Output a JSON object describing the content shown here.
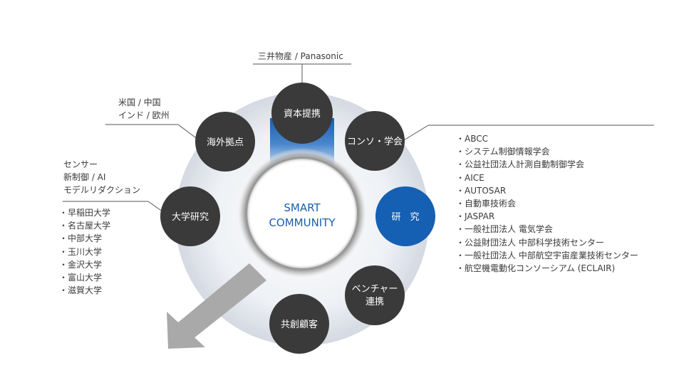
{
  "center": {
    "line1": "SMART",
    "line2": "COMMUNITY"
  },
  "nodes": {
    "shihon": "資本提携",
    "kaigai": "海外拠点",
    "konso": "コンソ・学会",
    "daigaku": "大学研究",
    "kenkyu": "研　究",
    "venture_line1": "ベンチャー",
    "venture_line2": "連携",
    "kyoso": "共創顧客"
  },
  "annotations": {
    "shihon_label": "三井物産 / Panasonic",
    "kaigai_line1": "米国 / 中国",
    "kaigai_line2": "インド / 欧州",
    "daigaku_research_line1": "センサー",
    "daigaku_research_line2": "新制御 / AI",
    "daigaku_research_line3": "モデルリダクション",
    "universities": [
      "早稲田大学",
      "名古屋大学",
      "中部大学",
      "玉川大学",
      "金沢大学",
      "富山大学",
      "滋賀大学"
    ],
    "societies": [
      "ABCC",
      "システム制御情報学会",
      "公益社団法人計測自動制御学会",
      "AICE",
      "AUTOSAR",
      "自動車技術会",
      "JASPAR",
      "一般社団法人 電気学会",
      "公益財団法人 中部科学技術センター",
      "一般社団法人 中部航空宇宙産業技術センター",
      "航空機電動化コンソーシアム (ECLAIR)"
    ]
  },
  "colors": {
    "node_dark": "#3b3a3a",
    "node_blue": "#1560b3",
    "ring_gray": "#dfe3ea",
    "accent_blue": "#1a5fae",
    "arrow_gray": "#a9a9a9",
    "line_gray": "#555555"
  }
}
